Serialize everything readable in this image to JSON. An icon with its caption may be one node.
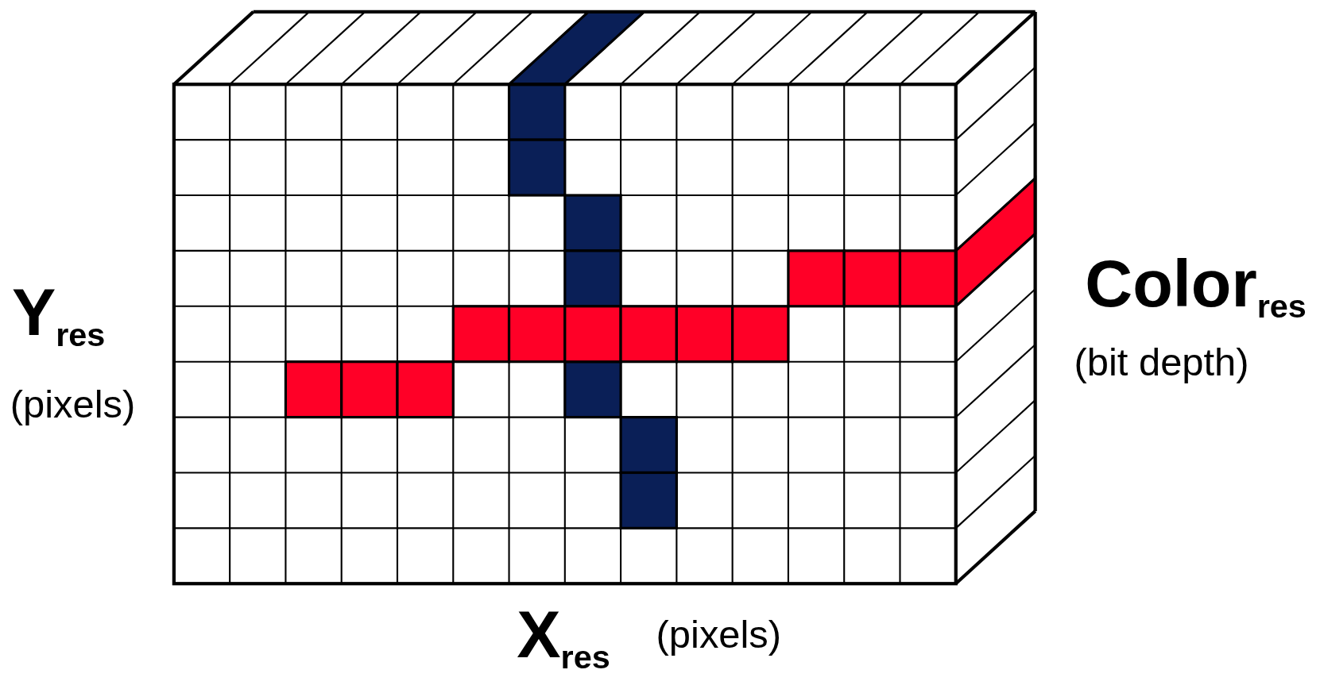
{
  "diagram": {
    "labels": [
      "Y$_{res}$",
      "(pixels)",
      "Color$_{res}$",
      "(bit depth)",
      "X$_{res}$",
      "(pixels)"
    ]
  }
}
